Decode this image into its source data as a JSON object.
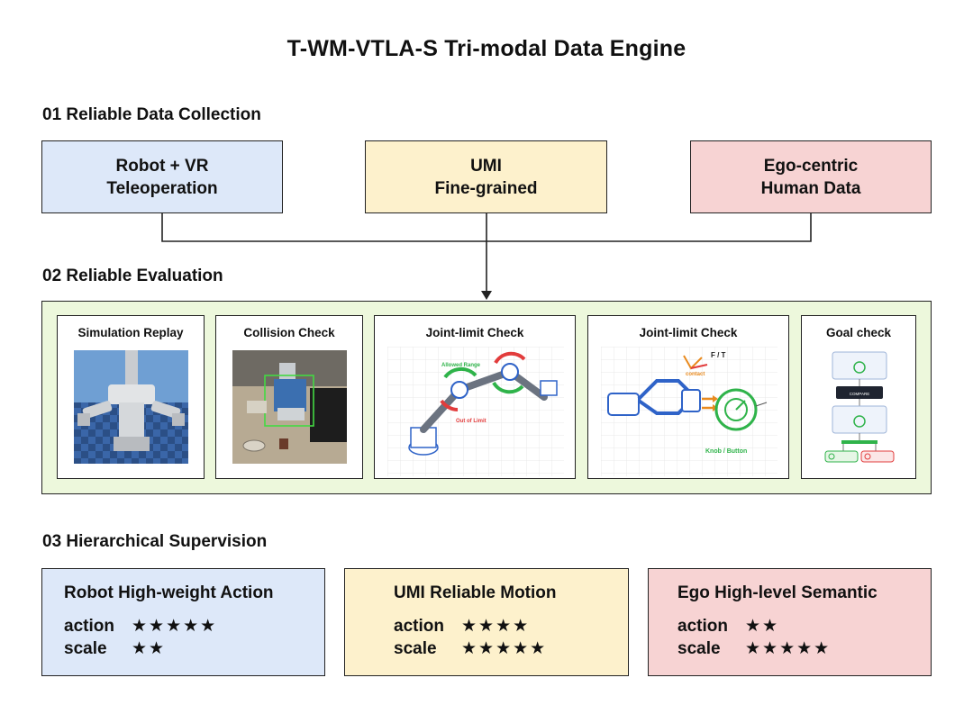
{
  "title": "T-WM-VTLA-S Tri-modal Data Engine",
  "section1": {
    "heading": "01 Reliable Data Collection",
    "boxes": [
      {
        "line1": "Robot + VR",
        "line2": "Teleoperation",
        "color": "#dde8f9"
      },
      {
        "line1": "UMI",
        "line2": "Fine-grained",
        "color": "#fdf1cc"
      },
      {
        "line1": "Ego-centric",
        "line2": "Human Data",
        "color": "#f7d3d3"
      }
    ]
  },
  "section2": {
    "heading": "02 Reliable Evaluation",
    "background": "#edf8dc",
    "panels": [
      {
        "title": "Simulation Replay"
      },
      {
        "title": "Collision Check"
      },
      {
        "title": "Joint-limit Check",
        "labels": {
          "allowed": "Allowed Range",
          "out": "Out of Limit"
        }
      },
      {
        "title": "Joint-limit Check",
        "labels": {
          "ft": "F / T",
          "contact": "contact",
          "knob": "Knob / Button"
        }
      },
      {
        "title": "Goal check",
        "labels": {
          "compare": "COMPARE"
        }
      }
    ]
  },
  "section3": {
    "heading": "03 Hierarchical Supervision",
    "cards": [
      {
        "title": "Robot High-weight Action",
        "action_label": "action",
        "action_stars": "★★★★★",
        "scale_label": "scale",
        "scale_stars": "★★",
        "action_rating": 5,
        "scale_rating": 2,
        "color": "#dde8f9"
      },
      {
        "title": "UMI Reliable Motion",
        "action_label": "action",
        "action_stars": "★★★★",
        "scale_label": "scale",
        "scale_stars": "★★★★★",
        "action_rating": 4,
        "scale_rating": 5,
        "color": "#fdf1cc"
      },
      {
        "title": "Ego High-level Semantic",
        "action_label": "action",
        "action_stars": "★★",
        "scale_label": "scale",
        "scale_stars": "★★★★★",
        "action_rating": 2,
        "scale_rating": 5,
        "color": "#f7d3d3"
      }
    ]
  },
  "colors": {
    "accent_green": "#2fb34a",
    "accent_red": "#e23c3c",
    "accent_blue": "#2f63c8",
    "accent_orange": "#e98a1e"
  }
}
